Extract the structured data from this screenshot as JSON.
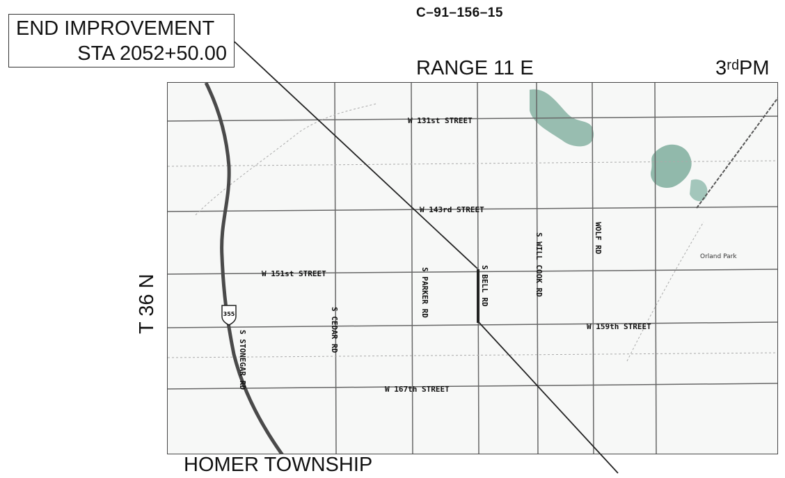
{
  "header": {
    "code": "C–91–156–15",
    "range": "RANGE 11 E",
    "meridian": "3ʳᵈPM",
    "township": "T 36 N",
    "homer": "HOMER TOWNSHIP"
  },
  "callout": {
    "line1": "END IMPROVEMENT",
    "line2": "STA 2052+50.00"
  },
  "map": {
    "streets": {
      "st131": "W 131st STREET",
      "st143": "W 143rd STREET",
      "st151": "W 151st STREET",
      "st159": "W 159th STREET",
      "st167": "W 167th STREET"
    },
    "roads": {
      "cedar": "S CEDAR RD",
      "parker": "S PARKER RD",
      "bell": "S BELL RD",
      "willcook": "S WILL COOK RD",
      "wolf": "WOLF RD",
      "stoneygar": "S STONEGAR RD"
    },
    "town": "Orland Park",
    "interstate": "355",
    "colors": {
      "water": "#7fae9e",
      "road": "#555555",
      "highway": "#4a4a4a"
    }
  }
}
